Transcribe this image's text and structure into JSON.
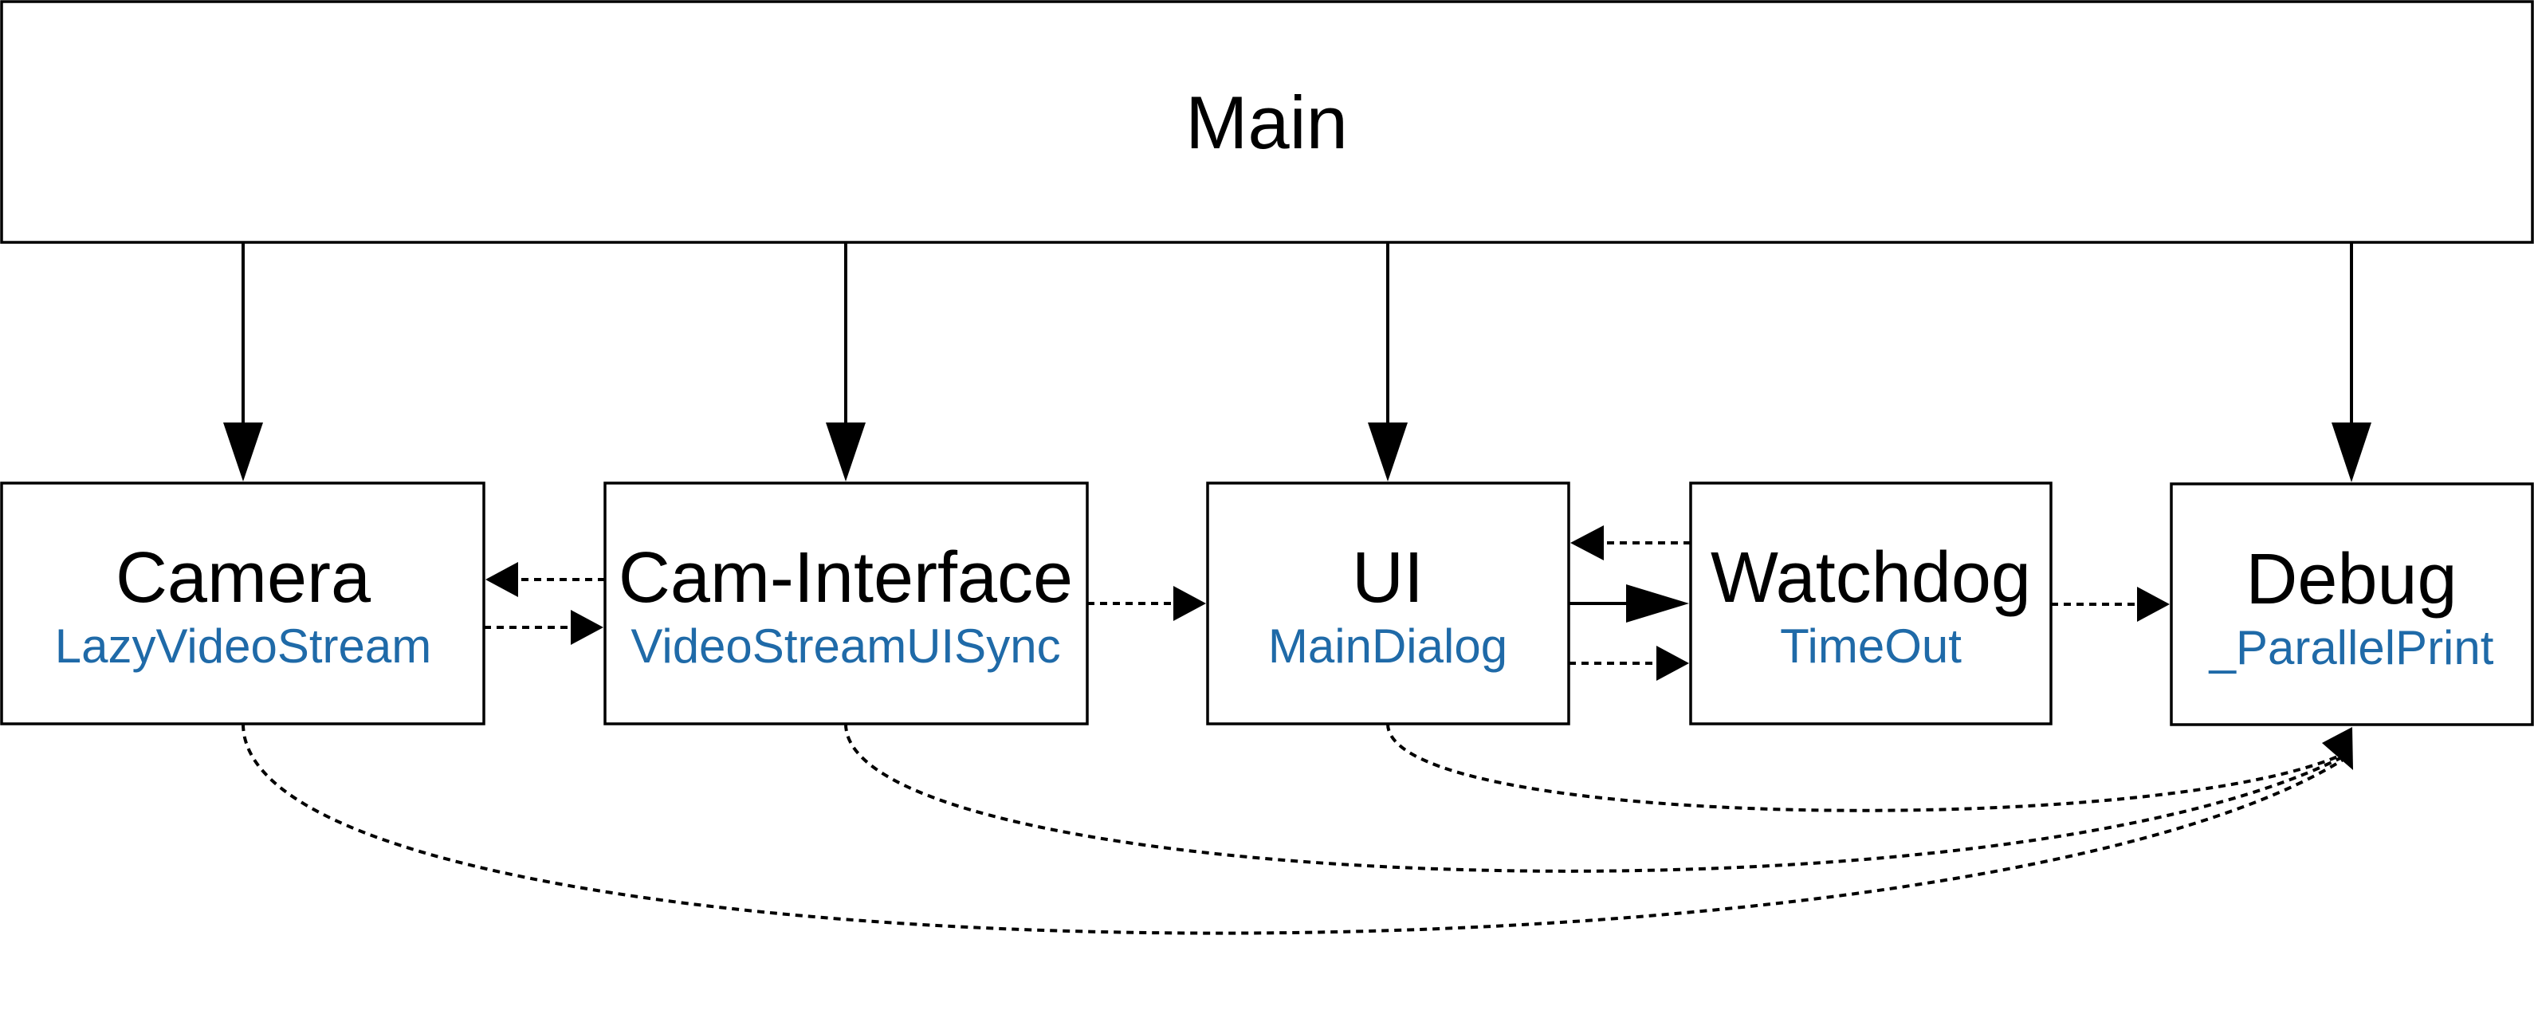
{
  "main": {
    "title": "Main"
  },
  "modules": [
    {
      "key": "camera",
      "title": "Camera",
      "class_name": "LazyVideoStream"
    },
    {
      "key": "cam_interface",
      "title": "Cam-Interface",
      "class_name": "VideoStreamUISync"
    },
    {
      "key": "ui",
      "title": "UI",
      "class_name": "MainDialog"
    },
    {
      "key": "watchdog",
      "title": "Watchdog",
      "class_name": "TimeOut"
    },
    {
      "key": "debug",
      "title": "Debug",
      "class_name": "_ParallelPrint"
    }
  ],
  "colors": {
    "class_name_text": "#1f6aa8",
    "title_text": "#000000",
    "line": "#000000",
    "background": "#ffffff"
  }
}
